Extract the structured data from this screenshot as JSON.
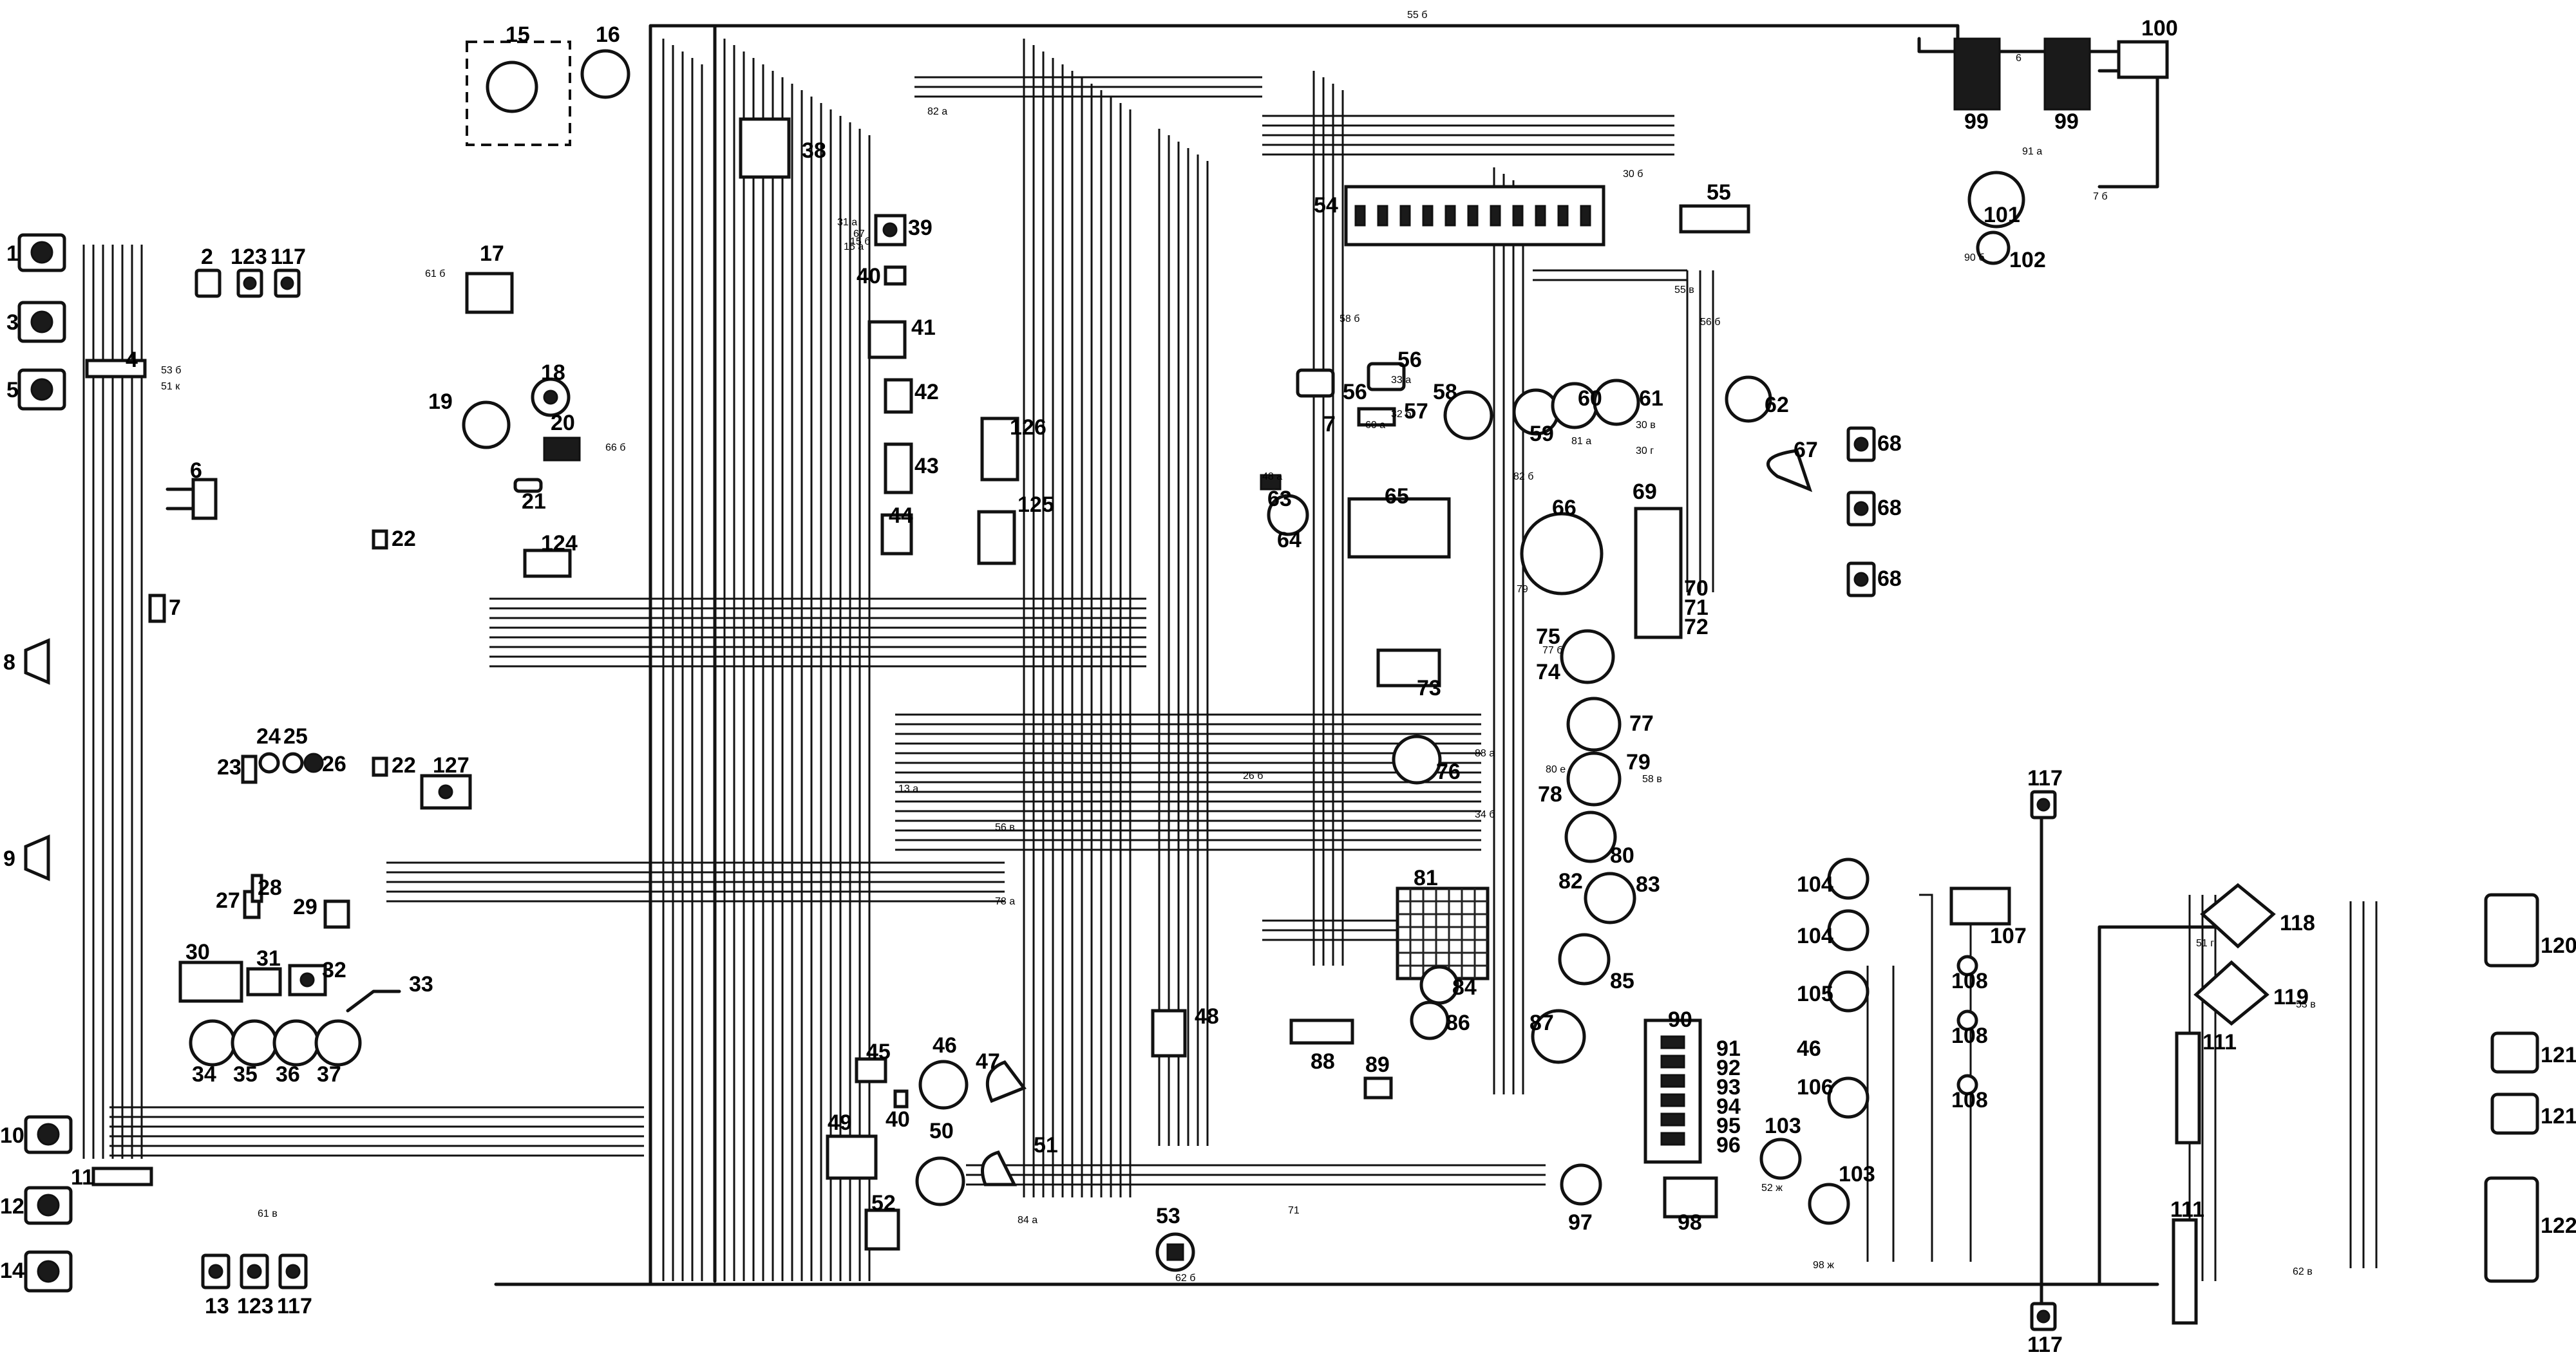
{
  "colors": {
    "ink": "#111111",
    "paper": "#ffffff"
  },
  "components": [
    {
      "id": "1",
      "label": "1",
      "type": "lamp"
    },
    {
      "id": "3",
      "label": "3",
      "type": "lamp"
    },
    {
      "id": "5",
      "label": "5",
      "type": "lamp"
    },
    {
      "id": "2",
      "label": "2",
      "type": "connector"
    },
    {
      "id": "123a",
      "label": "123",
      "type": "connector"
    },
    {
      "id": "117a",
      "label": "117",
      "type": "connector"
    },
    {
      "id": "4",
      "label": "4",
      "type": "junction"
    },
    {
      "id": "6",
      "label": "6",
      "type": "switch"
    },
    {
      "id": "7a",
      "label": "7",
      "type": "fuse"
    },
    {
      "id": "8",
      "label": "8",
      "type": "horn"
    },
    {
      "id": "9",
      "label": "9",
      "type": "horn"
    },
    {
      "id": "10",
      "label": "10",
      "type": "lamp"
    },
    {
      "id": "11",
      "label": "11",
      "type": "junction"
    },
    {
      "id": "12",
      "label": "12",
      "type": "lamp"
    },
    {
      "id": "14",
      "label": "14",
      "type": "lamp"
    },
    {
      "id": "13",
      "label": "13",
      "type": "connector"
    },
    {
      "id": "123b",
      "label": "123",
      "type": "connector"
    },
    {
      "id": "117b",
      "label": "117",
      "type": "connector"
    },
    {
      "id": "15",
      "label": "15",
      "type": "alternator"
    },
    {
      "id": "16",
      "label": "16",
      "type": "motor"
    },
    {
      "id": "17",
      "label": "17",
      "type": "relay"
    },
    {
      "id": "18",
      "label": "18",
      "type": "sensor"
    },
    {
      "id": "19",
      "label": "19",
      "type": "motor"
    },
    {
      "id": "20",
      "label": "20",
      "type": "relay"
    },
    {
      "id": "21",
      "label": "21",
      "type": "fuse"
    },
    {
      "id": "22a",
      "label": "22",
      "type": "switch"
    },
    {
      "id": "22b",
      "label": "22",
      "type": "switch"
    },
    {
      "id": "23",
      "label": "23",
      "type": "sensor"
    },
    {
      "id": "24",
      "label": "24",
      "type": "sensor"
    },
    {
      "id": "25",
      "label": "25",
      "type": "sensor"
    },
    {
      "id": "26",
      "label": "26",
      "type": "sensor"
    },
    {
      "id": "27",
      "label": "27",
      "type": "fuse"
    },
    {
      "id": "28",
      "label": "28",
      "type": "switch"
    },
    {
      "id": "29",
      "label": "29",
      "type": "switch"
    },
    {
      "id": "30",
      "label": "30",
      "type": "battery"
    },
    {
      "id": "31",
      "label": "31",
      "type": "relay"
    },
    {
      "id": "32",
      "label": "32",
      "type": "relay"
    },
    {
      "id": "33",
      "label": "33",
      "type": "switch"
    },
    {
      "id": "34",
      "label": "34",
      "type": "gauge"
    },
    {
      "id": "35",
      "label": "35",
      "type": "gauge"
    },
    {
      "id": "36",
      "label": "36",
      "type": "gauge"
    },
    {
      "id": "37",
      "label": "37",
      "type": "gauge"
    },
    {
      "id": "38",
      "label": "38",
      "type": "regulator"
    },
    {
      "id": "39",
      "label": "39",
      "type": "switch"
    },
    {
      "id": "40a",
      "label": "40",
      "type": "switch"
    },
    {
      "id": "40b",
      "label": "40",
      "type": "switch"
    },
    {
      "id": "41",
      "label": "41",
      "type": "relay"
    },
    {
      "id": "42",
      "label": "42",
      "type": "relay"
    },
    {
      "id": "43",
      "label": "43",
      "type": "relay"
    },
    {
      "id": "44",
      "label": "44",
      "type": "relay"
    },
    {
      "id": "45",
      "label": "45",
      "type": "switch"
    },
    {
      "id": "46a",
      "label": "46",
      "type": "motor"
    },
    {
      "id": "46b",
      "label": "46",
      "type": "motor"
    },
    {
      "id": "47",
      "label": "47",
      "type": "lamp"
    },
    {
      "id": "48",
      "label": "48",
      "type": "relay"
    },
    {
      "id": "49",
      "label": "49",
      "type": "relay"
    },
    {
      "id": "50",
      "label": "50",
      "type": "motor"
    },
    {
      "id": "51",
      "label": "51",
      "type": "lamp"
    },
    {
      "id": "52",
      "label": "52",
      "type": "relay"
    },
    {
      "id": "53",
      "label": "53",
      "type": "sensor"
    },
    {
      "id": "54",
      "label": "54",
      "type": "fusebox"
    },
    {
      "id": "55",
      "label": "55",
      "type": "switch"
    },
    {
      "id": "56a",
      "label": "56",
      "type": "heater"
    },
    {
      "id": "56b",
      "label": "56",
      "type": "heater"
    },
    {
      "id": "57",
      "label": "57",
      "type": "switch"
    },
    {
      "id": "58",
      "label": "58",
      "type": "gauge"
    },
    {
      "id": "59",
      "label": "59",
      "type": "gauge"
    },
    {
      "id": "60",
      "label": "60",
      "type": "gauge"
    },
    {
      "id": "61",
      "label": "61",
      "type": "gauge"
    },
    {
      "id": "62",
      "label": "62",
      "type": "gauge"
    },
    {
      "id": "63",
      "label": "63",
      "type": "sensor"
    },
    {
      "id": "64",
      "label": "64",
      "type": "lamp"
    },
    {
      "id": "65",
      "label": "65",
      "type": "switch"
    },
    {
      "id": "66",
      "label": "66",
      "type": "motor"
    },
    {
      "id": "67",
      "label": "67",
      "type": "lamp"
    },
    {
      "id": "68a",
      "label": "68",
      "type": "connector"
    },
    {
      "id": "68b",
      "label": "68",
      "type": "connector"
    },
    {
      "id": "68c",
      "label": "68",
      "type": "connector"
    },
    {
      "id": "69",
      "label": "69",
      "type": "switch"
    },
    {
      "id": "70",
      "label": "70",
      "type": "switch"
    },
    {
      "id": "71",
      "label": "71",
      "type": "switch"
    },
    {
      "id": "72",
      "label": "72",
      "type": "switch"
    },
    {
      "id": "73",
      "label": "73",
      "type": "switch"
    },
    {
      "id": "74",
      "label": "74",
      "type": "gauge"
    },
    {
      "id": "75",
      "label": "75",
      "type": "gauge"
    },
    {
      "id": "76",
      "label": "76",
      "type": "gauge"
    },
    {
      "id": "77",
      "label": "77",
      "type": "gauge"
    },
    {
      "id": "78",
      "label": "78",
      "type": "gauge"
    },
    {
      "id": "79",
      "label": "79",
      "type": "gauge"
    },
    {
      "id": "80",
      "label": "80",
      "type": "gauge"
    },
    {
      "id": "81",
      "label": "81",
      "type": "connector"
    },
    {
      "id": "82",
      "label": "82",
      "type": "gauge"
    },
    {
      "id": "83",
      "label": "83",
      "type": "gauge"
    },
    {
      "id": "84",
      "label": "84",
      "type": "lamp"
    },
    {
      "id": "85",
      "label": "85",
      "type": "gauge"
    },
    {
      "id": "86",
      "label": "86",
      "type": "lamp"
    },
    {
      "id": "87",
      "label": "87",
      "type": "gauge"
    },
    {
      "id": "88",
      "label": "88",
      "type": "connector"
    },
    {
      "id": "89",
      "label": "89",
      "type": "connector"
    },
    {
      "id": "90",
      "label": "90",
      "type": "switch"
    },
    {
      "id": "91",
      "label": "91",
      "type": "switch"
    },
    {
      "id": "92",
      "label": "92",
      "type": "switch"
    },
    {
      "id": "93",
      "label": "93",
      "type": "switch"
    },
    {
      "id": "94",
      "label": "94",
      "type": "switch"
    },
    {
      "id": "95",
      "label": "95",
      "type": "switch"
    },
    {
      "id": "96",
      "label": "96",
      "type": "switch"
    },
    {
      "id": "97",
      "label": "97",
      "type": "gauge"
    },
    {
      "id": "98",
      "label": "98",
      "type": "relay"
    },
    {
      "id": "99a",
      "label": "99",
      "type": "connector"
    },
    {
      "id": "99b",
      "label": "99",
      "type": "connector"
    },
    {
      "id": "100",
      "label": "100",
      "type": "relay"
    },
    {
      "id": "101",
      "label": "101",
      "type": "motor"
    },
    {
      "id": "102",
      "label": "102",
      "type": "lamp"
    },
    {
      "id": "103a",
      "label": "103",
      "type": "lamp"
    },
    {
      "id": "103b",
      "label": "103",
      "type": "lamp"
    },
    {
      "id": "104a",
      "label": "104",
      "type": "lamp"
    },
    {
      "id": "104b",
      "label": "104",
      "type": "lamp"
    },
    {
      "id": "105",
      "label": "105",
      "type": "lamp"
    },
    {
      "id": "106",
      "label": "106",
      "type": "lamp"
    },
    {
      "id": "107",
      "label": "107",
      "type": "switch"
    },
    {
      "id": "108a",
      "label": "108",
      "type": "lamp"
    },
    {
      "id": "108b",
      "label": "108",
      "type": "lamp"
    },
    {
      "id": "108c",
      "label": "108",
      "type": "lamp"
    },
    {
      "id": "111a",
      "label": "111",
      "type": "junction"
    },
    {
      "id": "111b",
      "label": "111",
      "type": "junction"
    },
    {
      "id": "117c",
      "label": "117",
      "type": "connector"
    },
    {
      "id": "117d",
      "label": "117",
      "type": "connector"
    },
    {
      "id": "118",
      "label": "118",
      "type": "relay"
    },
    {
      "id": "119",
      "label": "119",
      "type": "relay"
    },
    {
      "id": "120",
      "label": "120",
      "type": "lamp"
    },
    {
      "id": "121a",
      "label": "121",
      "type": "lamp"
    },
    {
      "id": "121b",
      "label": "121",
      "type": "lamp"
    },
    {
      "id": "122",
      "label": "122",
      "type": "lamp"
    },
    {
      "id": "124",
      "label": "124",
      "type": "relay"
    },
    {
      "id": "125",
      "label": "125",
      "type": "relay"
    },
    {
      "id": "126",
      "label": "126",
      "type": "relay"
    },
    {
      "id": "127",
      "label": "127",
      "type": "relay"
    },
    {
      "id": "46c",
      "label": "46",
      "type": "lamp"
    },
    {
      "id": "7b",
      "label": "7",
      "type": "fuse"
    }
  ],
  "wire_labels": [
    "82 a",
    "55 б",
    "30 б",
    "58 б",
    "61 б",
    "53 б",
    "51 к",
    "30 г",
    "7 б",
    "91 а",
    "90 б",
    "98 ж",
    "84 а",
    "82 б",
    "55 в",
    "31 а",
    "67",
    "15 а",
    "33 а",
    "32 б",
    "66 б",
    "80 е",
    "81 а",
    "26 б",
    "56 б",
    "79",
    "71",
    "77 б",
    "78 а",
    "58 в",
    "48 а",
    "88 а",
    "60 а",
    "52 ж",
    "53 в",
    "61 в",
    "34 б",
    "13 а",
    "30 в",
    "15 б",
    "51 г",
    "56 в",
    "62 б",
    "62 в",
    "6"
  ]
}
